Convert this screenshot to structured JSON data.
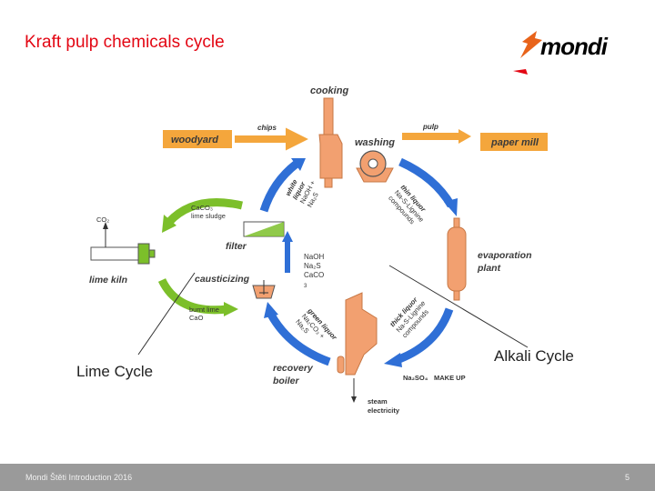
{
  "title": "Kraft pulp chemicals cycle",
  "logo": {
    "text": "mondi",
    "brand_color": "#e30613",
    "mark_color": "#e8631a"
  },
  "colors": {
    "orange_box": "#f4a63c",
    "blue_arrow": "#2f6fd6",
    "green_arrow": "#7cbf2a",
    "equipment": "#f2a070"
  },
  "diagram": {
    "cooking": "cooking",
    "washing": "washing",
    "woodyard": "woodyard",
    "chips": "chips",
    "pulp": "pulp",
    "paper_mill": "paper mill",
    "evaporation_line1": "evaporation",
    "evaporation_line2": "plant",
    "recovery_line1": "recovery",
    "recovery_line2": "boiler",
    "steam_line1": "steam",
    "steam_line2": "electricity",
    "makeup_chem": "Na₂SO₄",
    "makeup_label": "MAKE UP",
    "filter": "filter",
    "causticizing": "causticizing",
    "lime_kiln": "lime kiln",
    "co2": "CO₂",
    "caco3_line1": "CaCO₃",
    "caco3_line2": "lime sludge",
    "burnt_line1": "burnt lime",
    "burnt_line2": "CaO",
    "filter_chem1": "NaOH",
    "filter_chem2": "Na₂S",
    "filter_chem3": "CaCO",
    "filter_chem_sub": "3",
    "white_liquor1": "white",
    "white_liquor2": "liquor",
    "white_liquor3": "NaOH +",
    "white_liquor4": "Na₂S",
    "thin_liquor1": "thin liquor",
    "thin_liquor2": "Na-S-Lignine",
    "thin_liquor3": "compounds",
    "thick_liquor1": "thick liquor",
    "thick_liquor2": "Na-S-Lignine",
    "thick_liquor3": "compounds",
    "green_liquor1": "green liquor",
    "green_liquor2": "Na₂CO₃ +",
    "green_liquor3": "Na₂S",
    "lime_cycle": "Lime Cycle",
    "alkali_cycle": "Alkali Cycle"
  },
  "footer": {
    "left": "Mondi Štěti Introduction 2016",
    "right": "5"
  }
}
